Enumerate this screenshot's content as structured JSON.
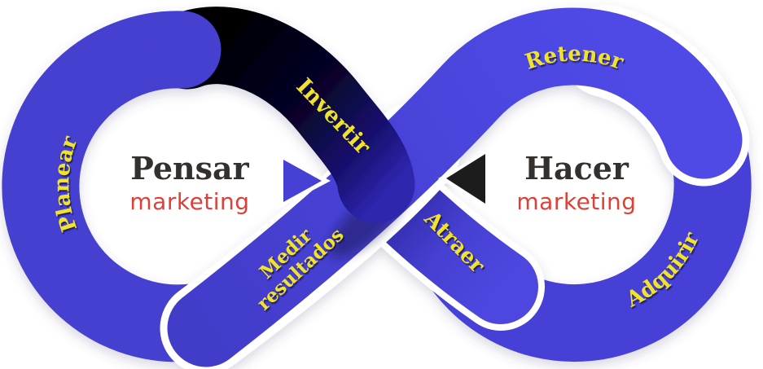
{
  "diagram": {
    "left_loop": {
      "title": "Pensar",
      "subtitle": "marketing"
    },
    "right_loop": {
      "title": "Hacer",
      "subtitle": "marketing"
    },
    "labels": {
      "planear": "Planear",
      "invertir": "Invertir",
      "retener": "Retener",
      "atraer": "Atraer",
      "adquirir": "Adquirir",
      "medir_line1": "Medir",
      "medir_line2": "resultados"
    },
    "colors": {
      "blue": "#4640d4",
      "ring_blue": "#453fd0",
      "adquirir_blue": "#4741d6",
      "yellow": "#f0e32b",
      "red": "#dd4036",
      "dark_text": "#34302d",
      "arrow_left": "#4640d4",
      "arrow_right": "#1d1c1c",
      "background": "#ffffff"
    }
  }
}
